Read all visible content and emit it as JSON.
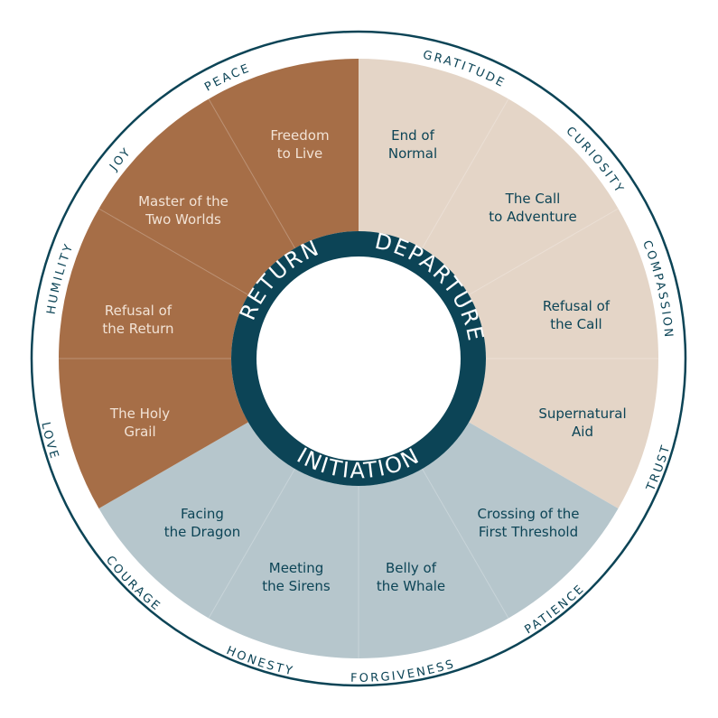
{
  "colors": {
    "return": "#a66e47",
    "departure": "#e4d5c7",
    "initiation": "#b6c6cc",
    "ring": "#0c4456",
    "outline": "#0c4456",
    "light_text": "#f2e3d6",
    "dark_text": "#0c4456"
  },
  "phases": {
    "return": "RETURN",
    "departure": "DEPARTURE",
    "initiation": "INITIATION"
  },
  "stages": [
    {
      "id": "end-of-normal",
      "lines": [
        "End of",
        "Normal"
      ],
      "phase": "departure"
    },
    {
      "id": "call-to-adventure",
      "lines": [
        "The Call",
        "to Adventure"
      ],
      "phase": "departure"
    },
    {
      "id": "refusal-of-the-call",
      "lines": [
        "Refusal of",
        "the Call"
      ],
      "phase": "departure"
    },
    {
      "id": "supernatural-aid",
      "lines": [
        "Supernatural",
        "Aid"
      ],
      "phase": "departure"
    },
    {
      "id": "crossing-first-threshold",
      "lines": [
        "Crossing of the",
        "First Threshold"
      ],
      "phase": "initiation"
    },
    {
      "id": "belly-of-the-whale",
      "lines": [
        "Belly of",
        "the Whale"
      ],
      "phase": "initiation"
    },
    {
      "id": "meeting-the-sirens",
      "lines": [
        "Meeting",
        "the Sirens"
      ],
      "phase": "initiation"
    },
    {
      "id": "facing-the-dragon",
      "lines": [
        "Facing",
        "the Dragon"
      ],
      "phase": "initiation"
    },
    {
      "id": "holy-grail",
      "lines": [
        "The Holy",
        "Grail"
      ],
      "phase": "return"
    },
    {
      "id": "refusal-of-the-return",
      "lines": [
        "Refusal of",
        "the Return"
      ],
      "phase": "return"
    },
    {
      "id": "master-of-two-worlds",
      "lines": [
        "Master of the",
        "Two Worlds"
      ],
      "phase": "return"
    },
    {
      "id": "freedom-to-live",
      "lines": [
        "Freedom",
        "to Live"
      ],
      "phase": "return"
    }
  ],
  "values": [
    "PEACE",
    "GRATITUDE",
    "CURIOSITY",
    "COMPASSION",
    "TRUST",
    "PATIENCE",
    "FORGIVENESS",
    "HONESTY",
    "COURAGE",
    "LOVE",
    "HUMILITY",
    "JOY"
  ]
}
